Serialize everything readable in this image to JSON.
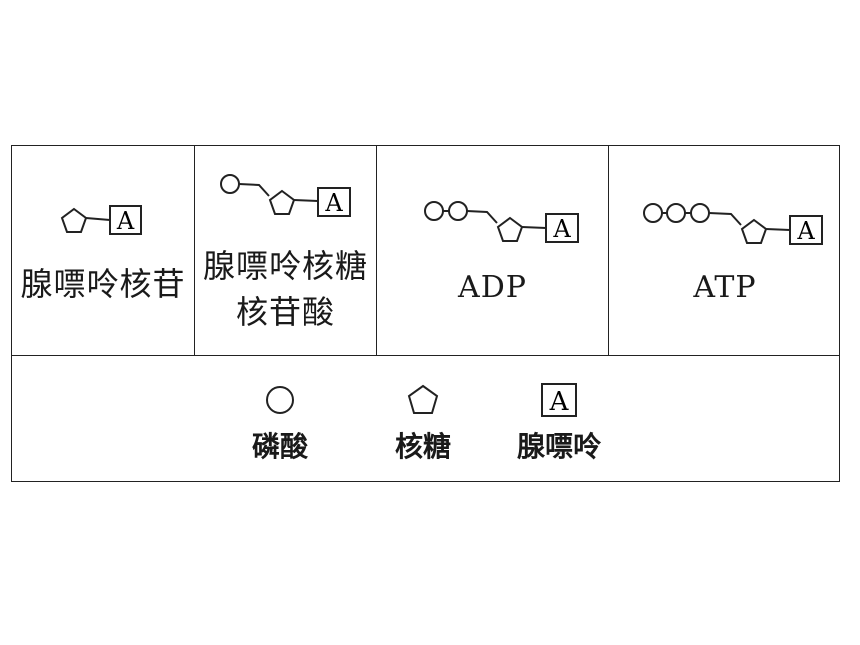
{
  "cells": [
    {
      "name_lines": [
        "腺嘌呤核苷"
      ],
      "phosphates": 0
    },
    {
      "name_lines": [
        "腺嘌呤核糖",
        "核苷酸"
      ],
      "phosphates": 1
    },
    {
      "name_lines": [
        "ADP"
      ],
      "phosphates": 2
    },
    {
      "name_lines": [
        "ATP"
      ],
      "phosphates": 3
    }
  ],
  "base_letter": "A",
  "legend": {
    "phosphate_label": "磷酸",
    "ribose_label": "核糖",
    "adenine_label": "腺嘌呤"
  }
}
